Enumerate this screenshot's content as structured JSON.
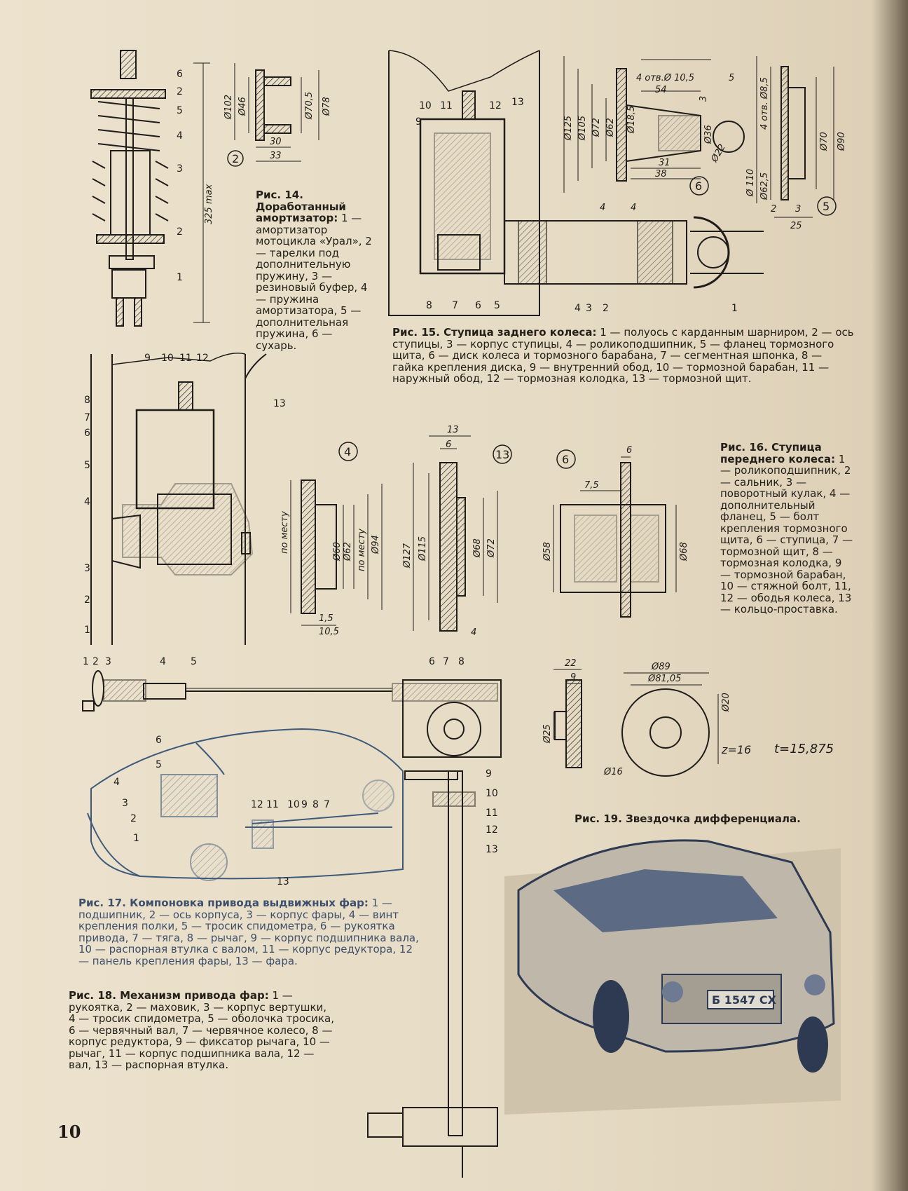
{
  "page_number": "10",
  "figures": {
    "fig14": {
      "title": "Рис. 14. Доработанный амортизатор:",
      "caption": "1 — амортизатор мотоцикла «Урал», 2 — тарелки под дополнительную пружину, 3 — резиновый буфер, 4 — пружина амортизатора, 5 — дополнительная пружина, 6 — сухарь.",
      "callouts": [
        "6",
        "2",
        "5",
        "4",
        "3",
        "2",
        "1"
      ],
      "overall": "325 max",
      "detail_no": "2",
      "dims": [
        "Ø102",
        "Ø46",
        "Ø70,5",
        "Ø78",
        "30",
        "33"
      ]
    },
    "fig15": {
      "title": "Рис. 15. Ступица заднего колеса:",
      "caption": "1 — полуось с карданным шарниром, 2 — ось ступицы, 3 — корпус ступицы, 4 — роликоподшипник, 5 — фланец тормозного щита, 6 — диск колеса и тормозного барабана, 7 — сегментная шпонка, 8 — гайка крепления диска, 9 — внутренний обод, 10 — тормозной барабан, 11 — наружный обод, 12 — тормозная колодка, 13 — тормозной щит.",
      "callouts_top": [
        "10",
        "11",
        "12",
        "13",
        "9"
      ],
      "callouts_bottom": [
        "8",
        "7",
        "6",
        "5",
        "4",
        "3",
        "2",
        "1"
      ],
      "detail6_no": "6",
      "detail6_dims": [
        "4 отв.Ø 10,5",
        "54",
        "5",
        "3",
        "Ø125",
        "Ø105",
        "Ø72",
        "Ø62",
        "Ø18,5",
        "Ø36",
        "Ø22",
        "31",
        "38",
        "4",
        "4"
      ],
      "detail5_no": "5",
      "detail5_dims": [
        "4 отв. Ø8,5",
        "Ø 110",
        "Ø62,5",
        "Ø70",
        "Ø90",
        "2",
        "3",
        "25"
      ]
    },
    "fig16": {
      "title": "Рис. 16. Ступица переднего колеса:",
      "caption": "1 — роликоподшипник, 2 — сальник, 3 — поворотный кулак, 4 — дополнительный фланец, 5 — болт крепления тормозного щита, 6 — ступица, 7 — тормозной щит, 8 — тормозная колодка, 9 — тормозной барабан, 10 — стяжной болт, 11, 12 — ободья колеса, 13 — кольцо-проставка.",
      "callouts_top": [
        "9",
        "10",
        "11",
        "12"
      ],
      "callouts_left": [
        "8",
        "7",
        "6",
        "5",
        "4",
        "3",
        "2",
        "1"
      ],
      "callout_right": "13",
      "detail4_no": "4",
      "detail4_dims": [
        "по месту",
        "Ø60",
        "Ø62",
        "по месту",
        "Ø94",
        "1,5",
        "10,5"
      ],
      "detail13_no": "13",
      "detail13_dims": [
        "13",
        "6",
        "Ø127",
        "Ø115",
        "Ø68",
        "Ø72",
        "4"
      ],
      "detail6_no": "6",
      "detail6_dims": [
        "6",
        "7,5",
        "Ø58",
        "Ø68"
      ]
    },
    "fig17": {
      "title": "Рис. 17. Компоновка привода выдвижных фар:",
      "caption": "1 — подшипник, 2 — ось корпуса, 3 — корпус фары, 4 — винт крепления полки, 5 — тросик спидометра, 6 — рукоятка привода, 7 — тяга, 8 — рычаг, 9 — корпус подшипника вала, 10 — распорная втулка с валом, 11 — корпус редуктора, 12 — панель крепления фары, 13 — фара.",
      "callouts": [
        "6",
        "5",
        "4",
        "3",
        "2",
        "1",
        "12",
        "11",
        "10",
        "9",
        "8",
        "7",
        "13"
      ]
    },
    "fig18": {
      "title": "Рис. 18. Механизм привода фар:",
      "caption": "1 — рукоятка, 2 — маховик, 3 — корпус вертушки, 4 — тросик спидометра, 5 — оболочка тросика, 6 — червячный вал, 7 — червячное колесо, 8 — корпус редуктора, 9 — фиксатор рычага, 10 — рычаг, 11 — корпус подшипника вала, 12 — вал, 13 — распорная втулка.",
      "callouts_top": [
        "1",
        "2",
        "3",
        "4",
        "5",
        "6",
        "7",
        "8"
      ],
      "callouts_right": [
        "9",
        "10",
        "11",
        "12",
        "13"
      ]
    },
    "fig19": {
      "title": "Рис. 19. Звездочка дифференциала.",
      "dims": [
        "22",
        "9",
        "Ø25",
        "Ø89",
        "Ø81,05",
        "Ø20",
        "Ø16"
      ],
      "z_label": "z=16",
      "t_label": "t=15,875"
    },
    "photo": {
      "plate": "Б 1547 СХ"
    }
  }
}
